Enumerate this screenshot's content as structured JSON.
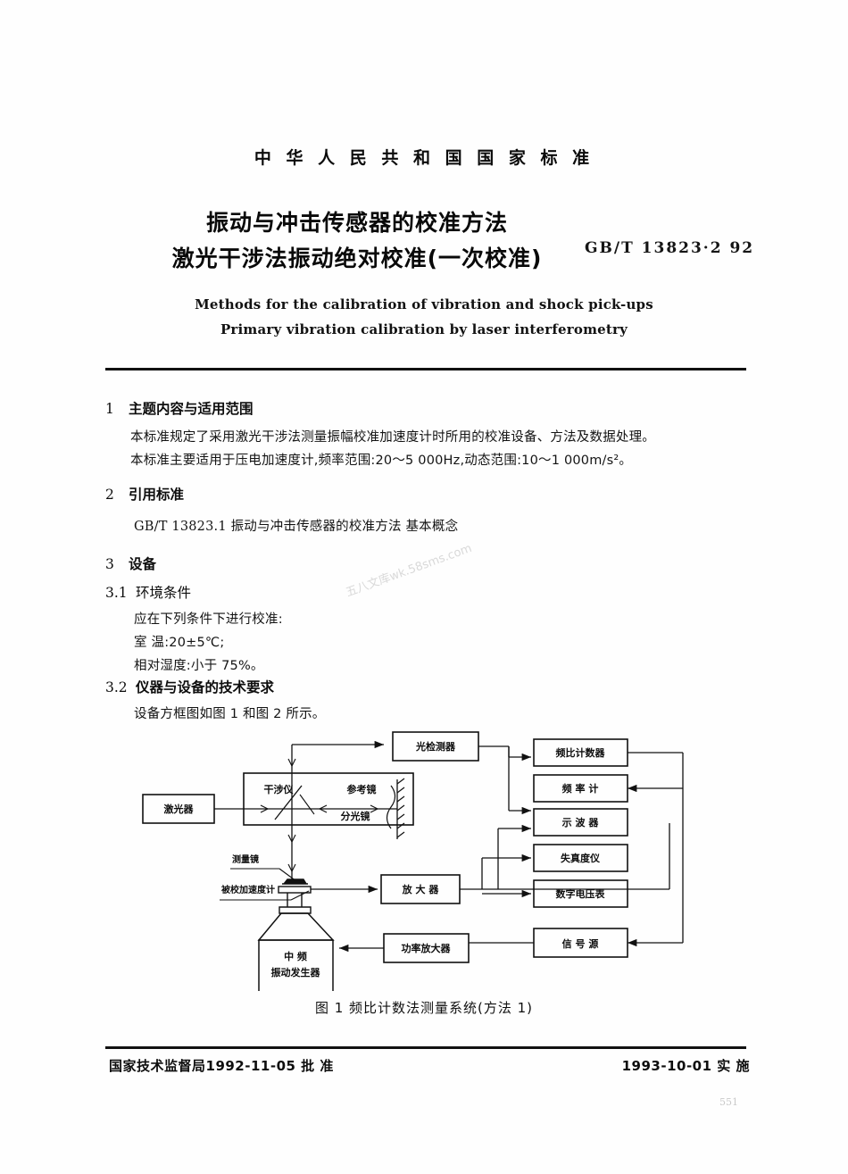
{
  "header": {
    "organization": "中 华 人 民 共 和 国 国 家 标 准",
    "title_line1": "振动与冲击传感器的校准方法",
    "title_line2": "激光干涉法振动绝对校准(一次校准)",
    "standard_number": "GB/T 13823·2  92",
    "english_title_line1": "Methods for the calibration of vibration and shock pick-ups",
    "english_title_line2": "Primary vibration calibration by laser interferometry"
  },
  "sections": [
    {
      "number": "1",
      "heading": "主题内容与适用范围",
      "paragraphs": [
        "本标准规定了采用激光干涉法测量振幅校准加速度计时所用的校准设备、方法及数据处理。",
        "本标准主要适用于压电加速度计,频率范围:20～5 000Hz,动态范围:10～1 000m/s²。"
      ]
    },
    {
      "number": "2",
      "heading": "引用标准",
      "paragraphs": [
        "GB/T 13823.1   振动与冲击传感器的校准方法   基本概念"
      ]
    },
    {
      "number": "3",
      "heading": "设备",
      "paragraphs": []
    },
    {
      "number": "3.1",
      "heading": "环境条件",
      "paragraphs": [
        "应在下列条件下进行校准:",
        "室    温:20±5℃;",
        "相对湿度:小于 75%。"
      ]
    },
    {
      "number": "3.2",
      "heading": "仪器与设备的技术要求",
      "paragraphs": [
        "设备方框图如图 1 和图 2 所示。"
      ]
    }
  ],
  "figure": {
    "caption": "图 1   频比计数法测量系统(方法 1)",
    "blocks": {
      "laser": "激光器",
      "interferometer": "干涉仪",
      "reference_mirror": "参考镜",
      "beam_splitter": "分光镜",
      "photodetector": "光检测器",
      "measuring_mirror": "测量镜",
      "accelerometer": "被校加速度计",
      "amplifier": "放 大 器",
      "shaker_line1": "中    频",
      "shaker_line2": "振动发生器",
      "power_amplifier": "功率放大器",
      "ratio_counter": "频比计数器",
      "frequency_meter": "频  率  计",
      "oscilloscope": "示  波  器",
      "distortion_meter": "失真度仪",
      "digital_voltmeter": "数字电压表",
      "signal_source": "信  号  源"
    }
  },
  "footer": {
    "approval": "国家技术监督局1992-11-05 批 准",
    "implementation": "1993-10-01 实 施",
    "page_number": "551"
  },
  "watermark": "五八文库wk.58sms.com"
}
